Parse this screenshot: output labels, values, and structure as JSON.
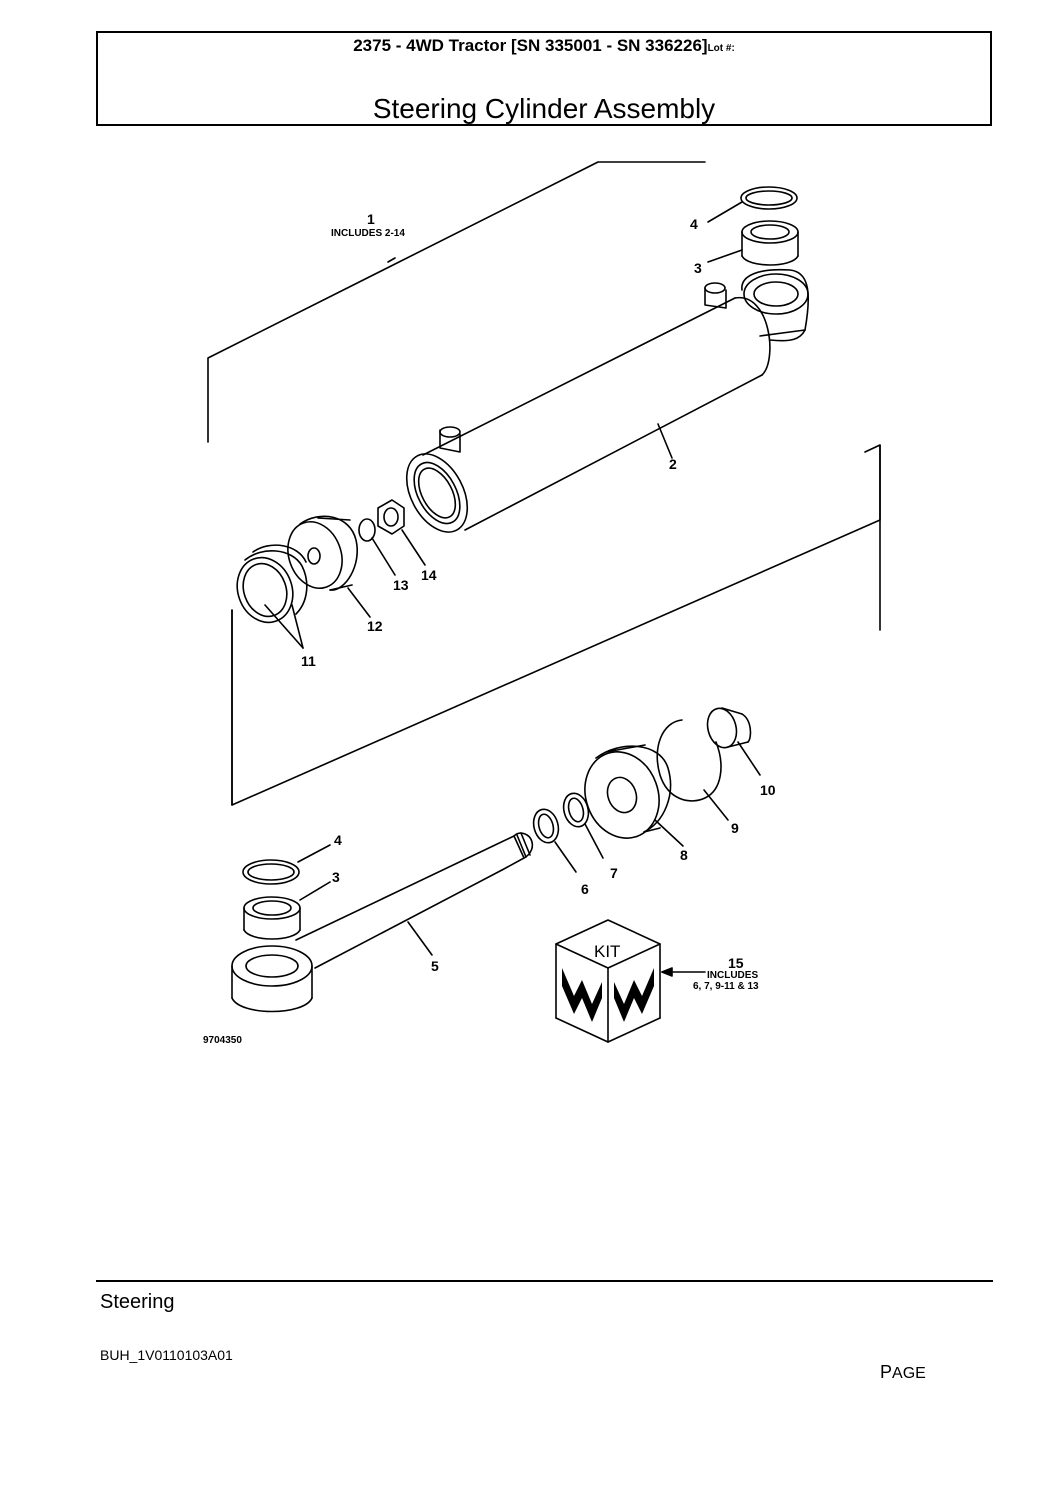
{
  "header": {
    "model": "2375 - 4WD Tractor [SN 335001 - SN 336226]",
    "lot_label": "Lot #:",
    "title": "Steering Cylinder Assembly"
  },
  "diagram": {
    "drawing_number": "9704350",
    "kit_label": "KIT",
    "callouts": {
      "c1": "1",
      "c1_note": "INCLUDES 2-14",
      "c2": "2",
      "c3_top": "3",
      "c4_top": "4",
      "c3_bottom": "3",
      "c4_bottom": "4",
      "c5": "5",
      "c6": "6",
      "c7": "7",
      "c8": "8",
      "c9": "9",
      "c10": "10",
      "c11": "11",
      "c12": "12",
      "c13": "13",
      "c14": "14",
      "c15": "15",
      "c15_note1": "INCLUDES",
      "c15_note2": "6, 7, 9-11 & 13"
    }
  },
  "footer": {
    "section": "Steering",
    "code": "BUH_1V0110103A01",
    "page_p": "P",
    "page_rest": "AGE"
  }
}
